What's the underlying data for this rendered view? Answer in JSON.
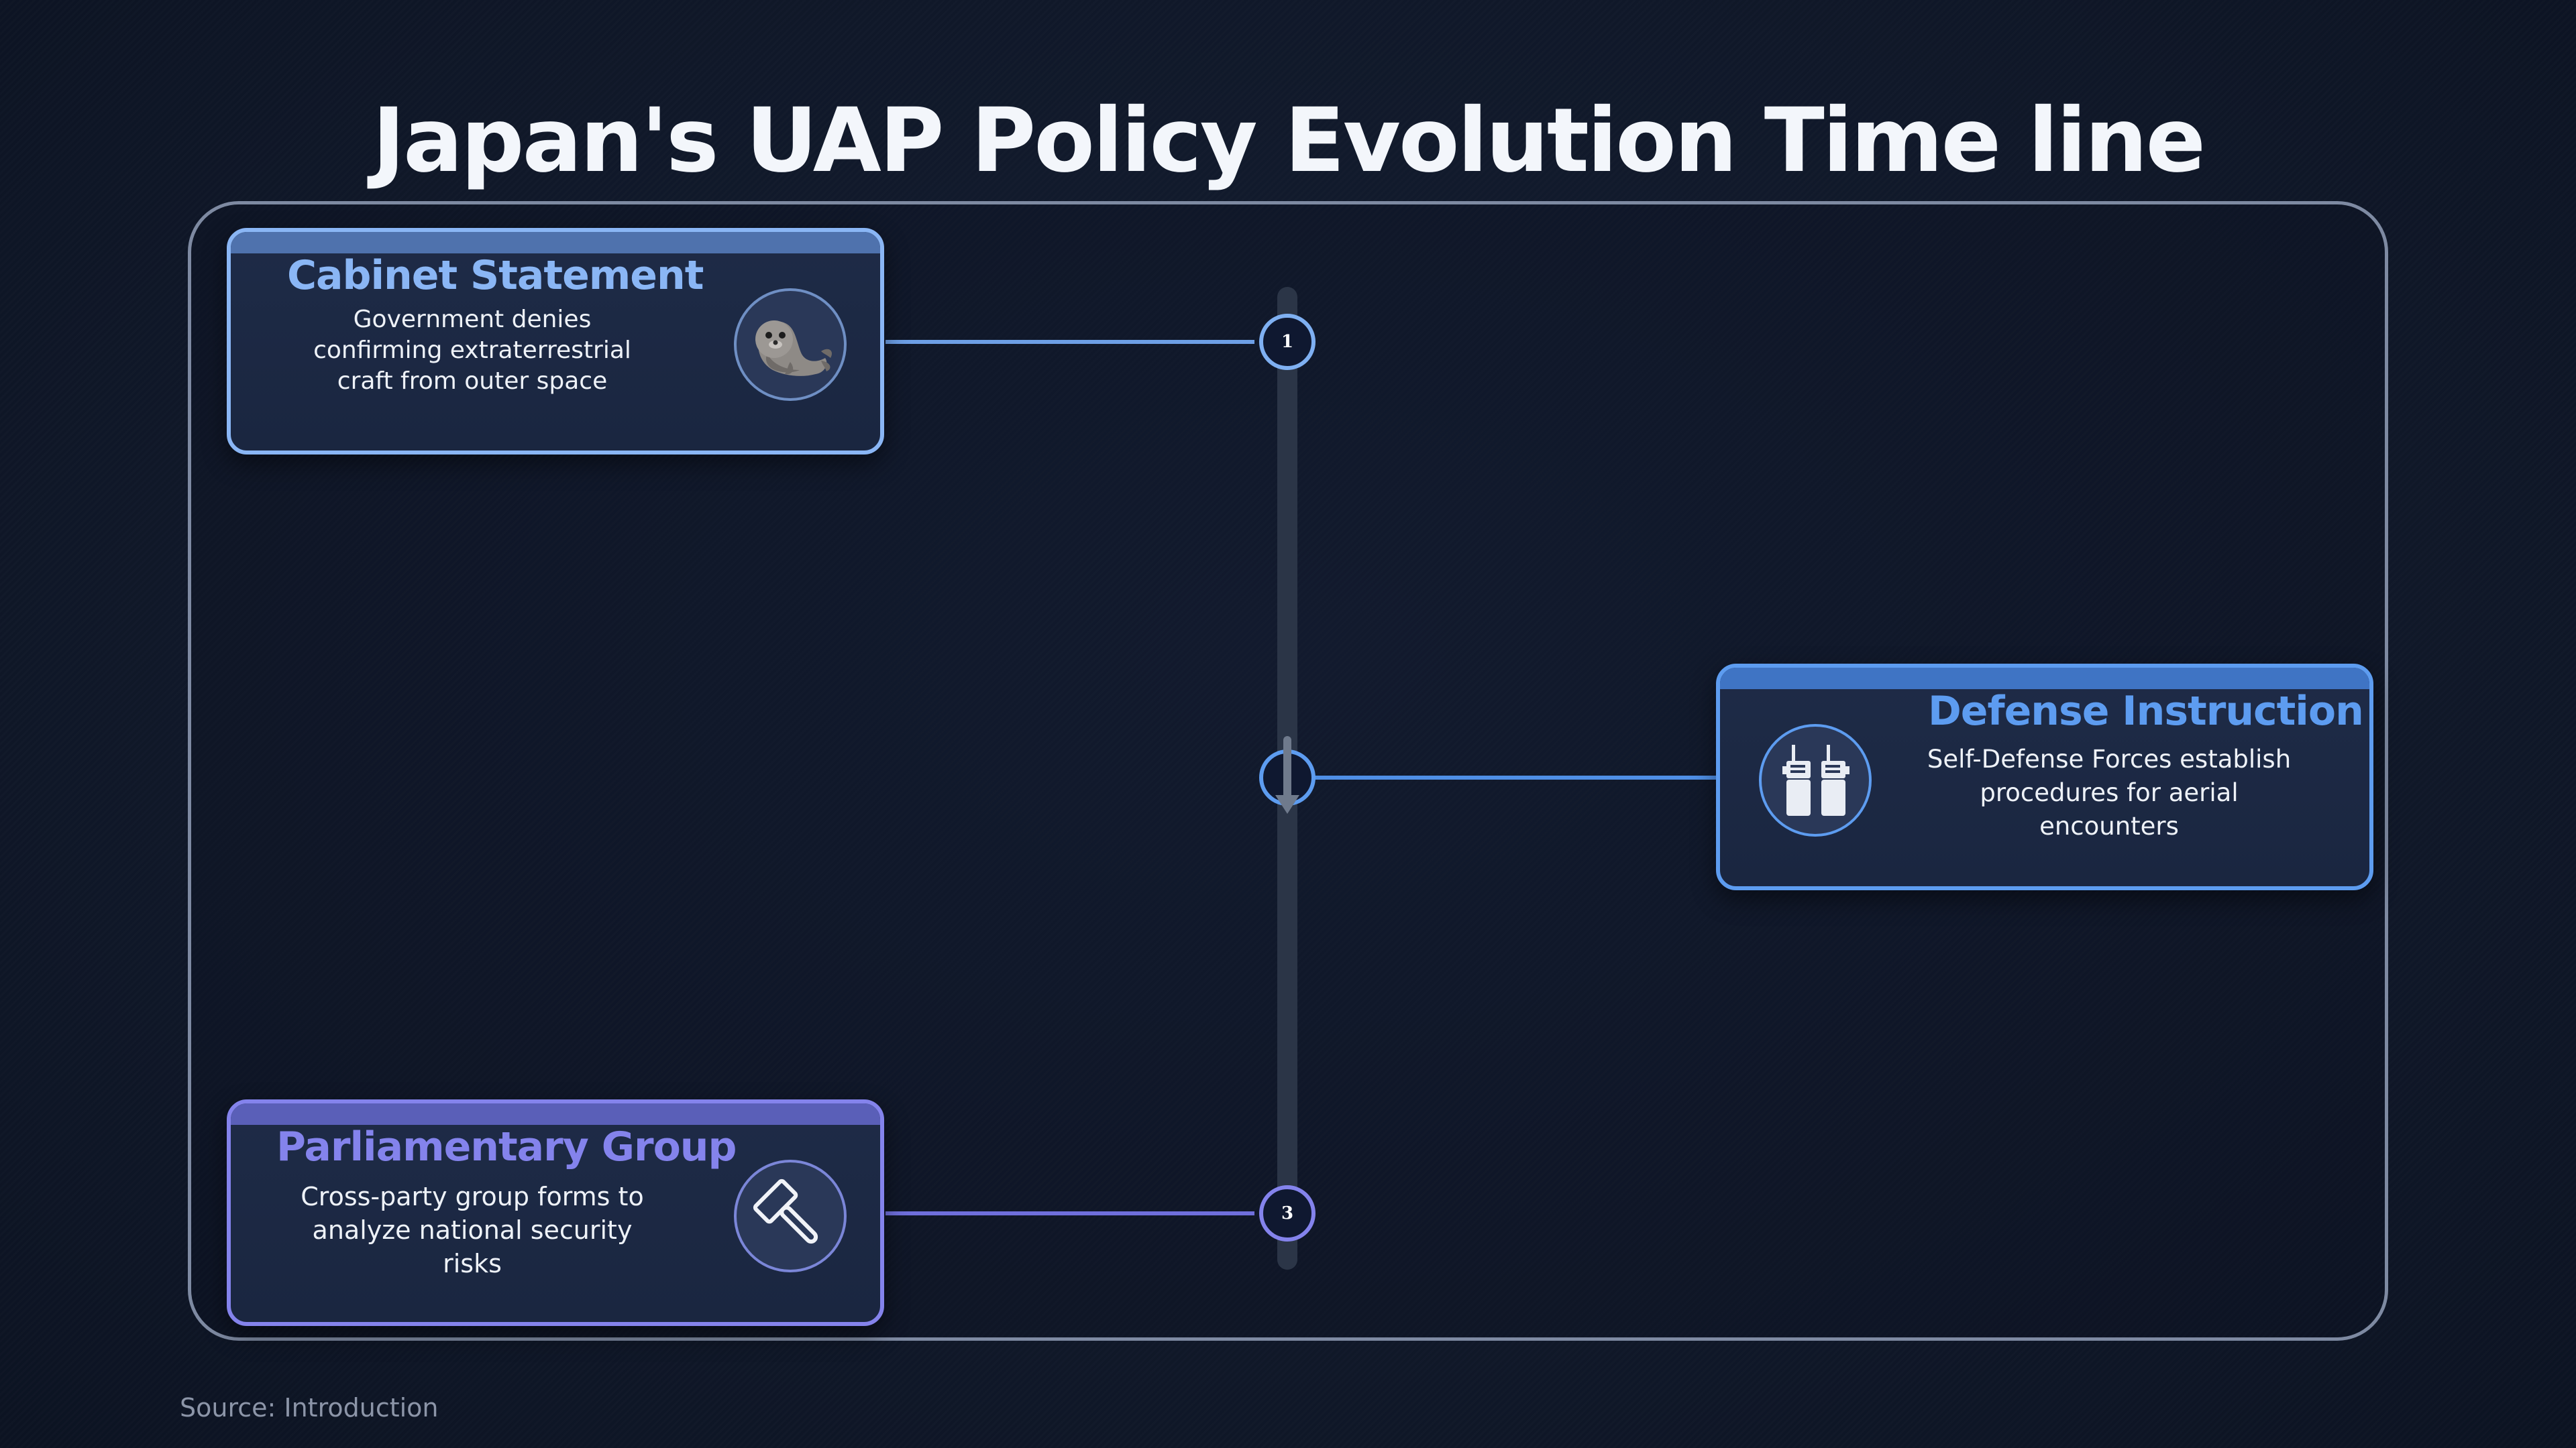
{
  "title": "Japan's UAP Policy Evolution Time line",
  "source": "Source: Introduction",
  "colors": {
    "event1": "#8ab6f5",
    "event2": "#5d9cf0",
    "event3": "#8483ec",
    "background": "#111a2c"
  },
  "events": [
    {
      "heading": "Cabinet Statement",
      "description": "Government denies confirming extraterrestrial craft from outer space",
      "number": "1",
      "icon": "seal-icon",
      "side": "left"
    },
    {
      "heading": "Defense Instruction",
      "description": "Self-Defense Forces establish procedures for aerial encounters",
      "number": "",
      "icon": "walkie-talkie-icon",
      "side": "right"
    },
    {
      "heading": "Parliamentary Group",
      "description": "Cross-party group forms to analyze national security risks",
      "number": "3",
      "icon": "gavel-icon",
      "side": "left"
    }
  ]
}
